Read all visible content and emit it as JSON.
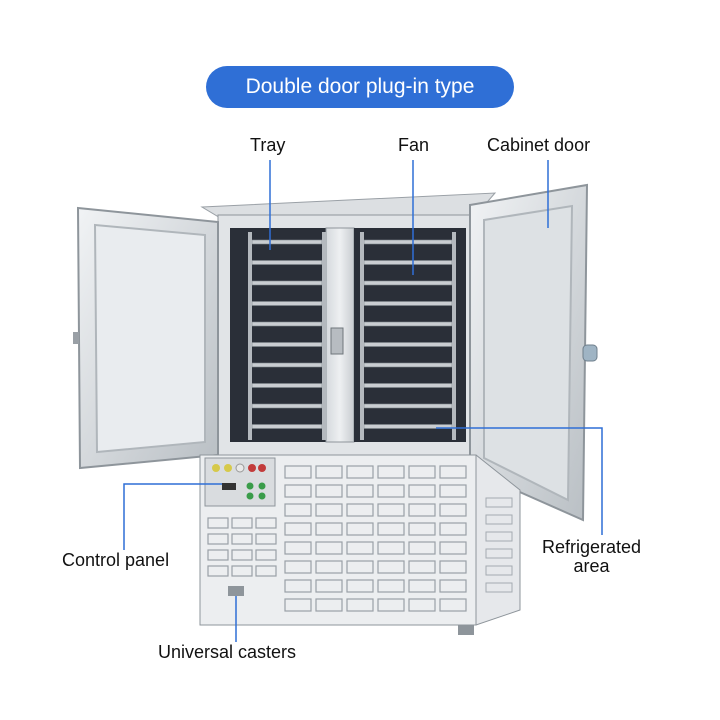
{
  "title": "Double door plug-in type",
  "labels": {
    "tray": "Tray",
    "fan": "Fan",
    "cabinet_door": "Cabinet door",
    "control_panel": "Control panel",
    "refrigerated_area_line1": "Refrigerated",
    "refrigerated_area_line2": "area",
    "universal_casters": "Universal casters"
  },
  "colors": {
    "title_bg": "#2f6fd6",
    "leader_line": "#2f6fd6",
    "steel_light": "#e4e7ea",
    "steel_mid": "#c4c8cc",
    "steel_dark": "#8e959b",
    "interior_dark": "#2a2f38"
  }
}
